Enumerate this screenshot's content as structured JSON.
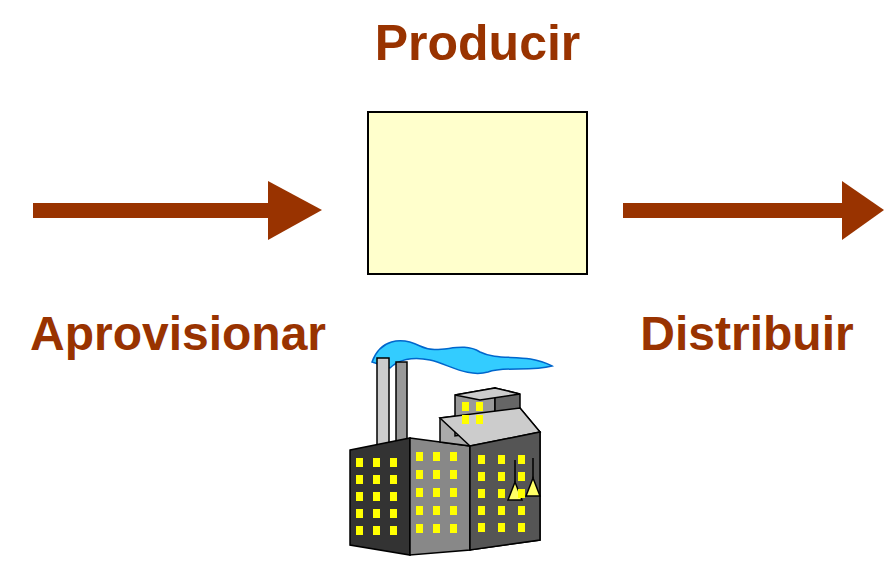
{
  "diagram": {
    "nodes": [
      {
        "text": [
          "Producir"
        ]
      }
    ],
    "labels": [
      "Aprovisionar",
      "Distribuir"
    ]
  }
}
